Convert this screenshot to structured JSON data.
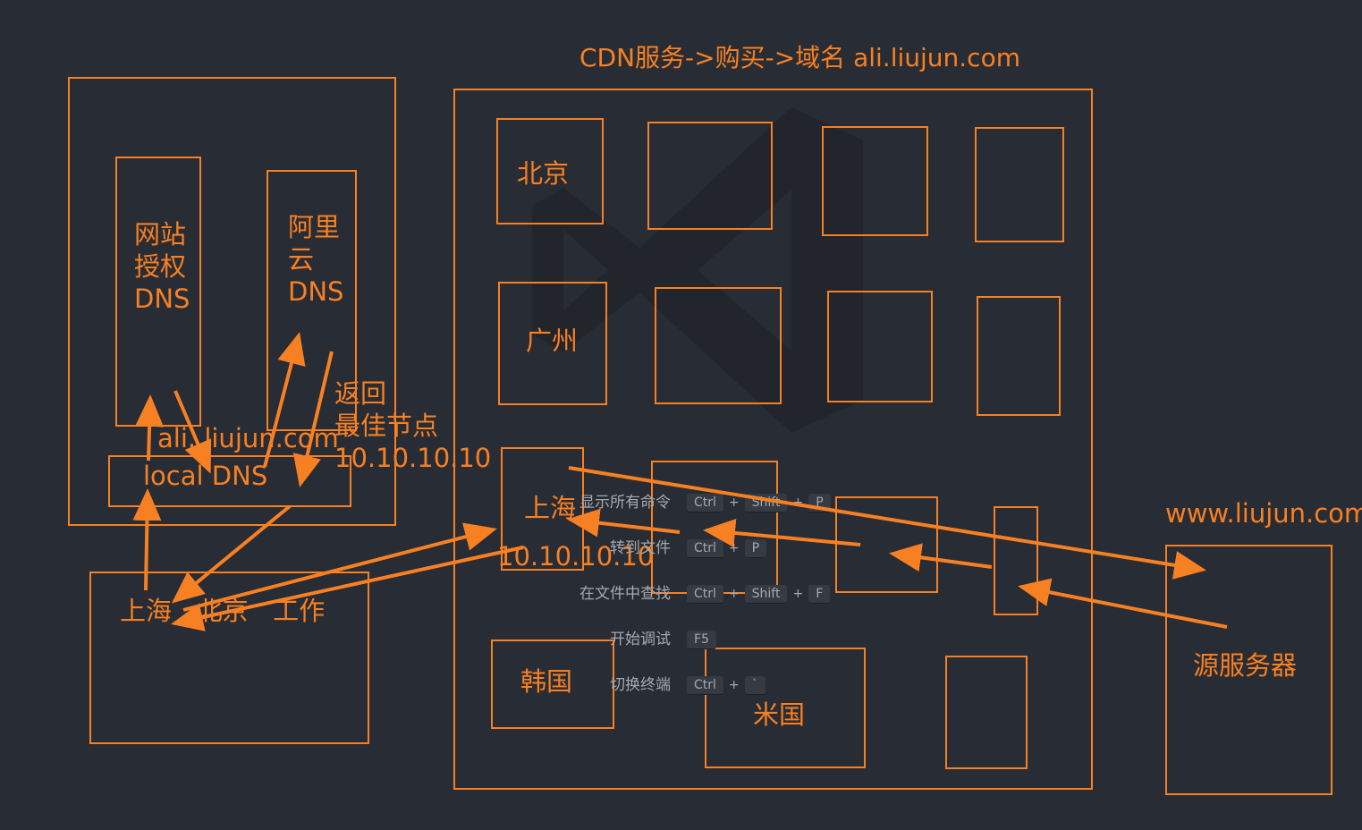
{
  "header": {
    "title": "CDN服务->购买->域名 ali.liujun.com"
  },
  "left": {
    "auth_dns": "网站\n授权\nDNS",
    "aliyun_dns": "阿里\n云\nDNS",
    "domain": "ali..liujun.com",
    "local_dns": "local DNS",
    "return_note": "返回\n最佳节点\n10.10.10.10",
    "user_locations": "上海   北京   工作"
  },
  "cdn": {
    "beijing": "北京",
    "guangzhou": "广州",
    "shanghai": "上海",
    "shanghai_ip": "10.10.10.10",
    "korea": "韩国",
    "usa": "米国"
  },
  "origin": {
    "domain": "www.liujun.com",
    "label": "源服务器"
  },
  "shortcuts": [
    {
      "name": "显示所有命令",
      "keys": [
        "Ctrl",
        "Shift",
        "P"
      ]
    },
    {
      "name": "转到文件",
      "keys": [
        "Ctrl",
        "P"
      ]
    },
    {
      "name": "在文件中查找",
      "keys": [
        "Ctrl",
        "Shift",
        "F"
      ]
    },
    {
      "name": "开始调试",
      "keys": [
        "F5"
      ]
    },
    {
      "name": "切换终端",
      "keys": [
        "Ctrl",
        "`"
      ]
    }
  ],
  "colors": {
    "accent": "#f78023",
    "background": "#282c34",
    "watermark": "#22252b"
  },
  "watermark_icon": "vscode-logo-icon"
}
